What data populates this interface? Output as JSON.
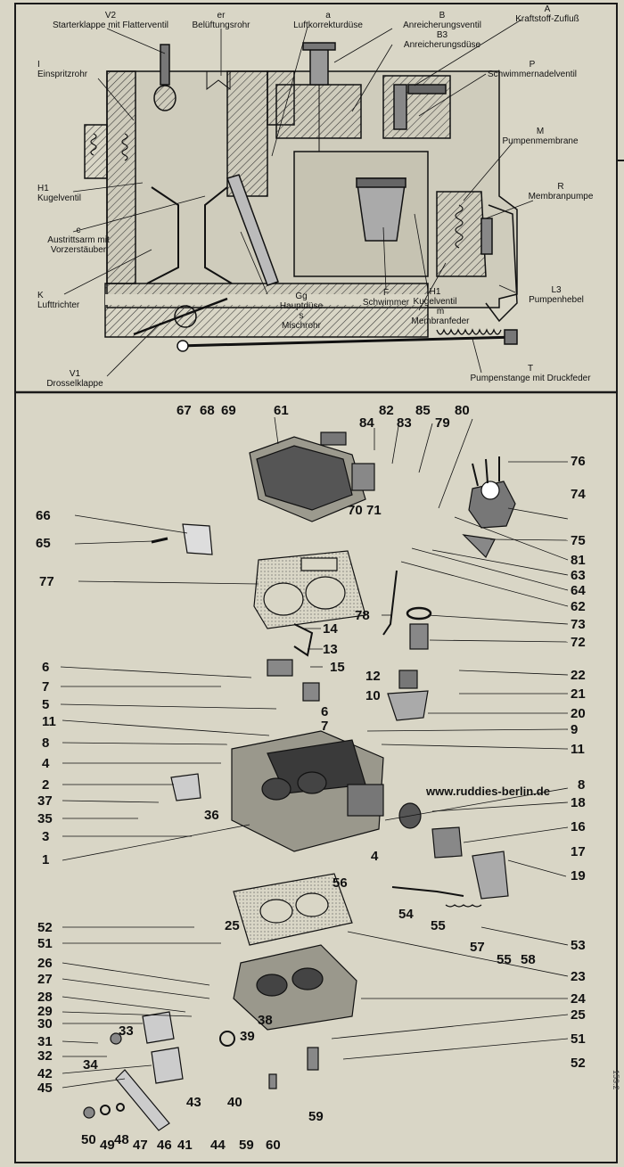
{
  "colors": {
    "paper": "#d9d6c6",
    "ink": "#111111",
    "frame": "#1a1a1a"
  },
  "sectional_labels": {
    "V2": {
      "code": "V2",
      "text": "Starterklappe mit Flatterventil"
    },
    "er": {
      "code": "er",
      "text": "Belüftungsrohr"
    },
    "a": {
      "code": "a",
      "text": "Luftkorrekturdüse"
    },
    "B": {
      "code": "B",
      "text": "Anreicherungsventil"
    },
    "B3": {
      "code": "B3",
      "text": "Anreicherungsdüse"
    },
    "A": {
      "code": "A",
      "text": "Kraftstoff-Zufluß"
    },
    "P": {
      "code": "P",
      "text": "Schwimmernadelventil"
    },
    "I": {
      "code": "I",
      "text": "Einspritzrohr"
    },
    "M": {
      "code": "M",
      "text": "Pumpenmembrane"
    },
    "H1L": {
      "code": "H1",
      "text": "Kugelventil"
    },
    "R": {
      "code": "R",
      "text": "Membranpumpe"
    },
    "c": {
      "code": "c",
      "text1": "Austrittsarm mit",
      "text2": "Vorzerstäuber"
    },
    "K": {
      "code": "K",
      "text": "Lufttrichter"
    },
    "Gg": {
      "code": "Gg",
      "text": "Hauptdüse"
    },
    "s": {
      "code": "s",
      "text": "Mischrohr"
    },
    "F": {
      "code": "F",
      "text": "Schwimmer"
    },
    "H1R": {
      "code": "H1",
      "text": "Kugelventil"
    },
    "m": {
      "code": "m",
      "text": "Membranfeder"
    },
    "L3": {
      "code": "L3",
      "text": "Pumpenhebel"
    },
    "V1": {
      "code": "V1",
      "text": "Drosselklappe"
    },
    "T": {
      "code": "T",
      "text": "Pumpenstange mit Druckfeder"
    }
  },
  "watermark": "www.ruddies-berlin.de",
  "side_text": "153.2",
  "part_numbers": {
    "p1": "1",
    "p2": "2",
    "p3": "3",
    "p4a": "4",
    "p4b": "4",
    "p5": "5",
    "p6a": "6",
    "p6b": "6",
    "p7a": "7",
    "p7b": "7",
    "p8a": "8",
    "p8b": "8",
    "p9": "9",
    "p10": "10",
    "p11a": "11",
    "p11b": "11",
    "p12": "12",
    "p13": "13",
    "p14": "14",
    "p15": "15",
    "p16": "16",
    "p17": "17",
    "p18": "18",
    "p19": "19",
    "p20": "20",
    "p21": "21",
    "p22": "22",
    "p23": "23",
    "p24": "24",
    "p25a": "25",
    "p25b": "25",
    "p26": "26",
    "p27": "27",
    "p28": "28",
    "p29": "29",
    "p30": "30",
    "p31": "31",
    "p32": "32",
    "p33": "33",
    "p34": "34",
    "p35": "35",
    "p36": "36",
    "p37": "37",
    "p38": "38",
    "p39": "39",
    "p40": "40",
    "p41": "41",
    "p42": "42",
    "p43": "43",
    "p44": "44",
    "p45": "45",
    "p46": "46",
    "p47": "47",
    "p48": "48",
    "p49": "49",
    "p50": "50",
    "p51a": "51",
    "p51b": "51",
    "p52a": "52",
    "p52b": "52",
    "p53": "53",
    "p54": "54",
    "p55a": "55",
    "p55b": "55",
    "p56": "56",
    "p57": "57",
    "p58": "58",
    "p59a": "59",
    "p59b": "59",
    "p60": "60",
    "p61": "61",
    "p62": "62",
    "p63": "63",
    "p64": "64",
    "p65": "65",
    "p66": "66",
    "p67": "67",
    "p68": "68",
    "p69": "69",
    "p70": "70",
    "p71": "71",
    "p72": "72",
    "p73": "73",
    "p74": "74",
    "p75": "75",
    "p76": "76",
    "p77": "77",
    "p78": "78",
    "p79": "79",
    "p80": "80",
    "p81": "81",
    "p82": "82",
    "p83": "83",
    "p84": "84",
    "p85": "85"
  }
}
